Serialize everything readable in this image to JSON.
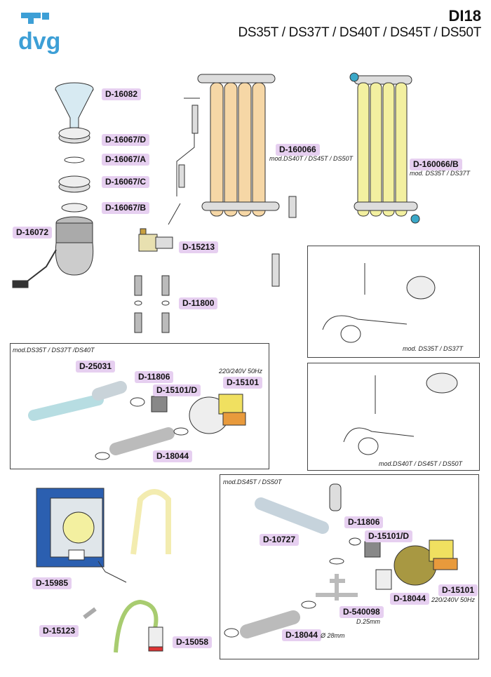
{
  "header": {
    "logo_text": "dvg",
    "model": "DI18",
    "variants": "DS35T / DS37T / DS40T / DS45T / DS50T"
  },
  "parts": {
    "p16082": "D-16082",
    "p16067D": "D-16067/D",
    "p16067A": "D-16067/A",
    "p16067C": "D-16067/C",
    "p16067B": "D-16067/B",
    "p16072": "D-16072",
    "p15213": "D-15213",
    "p11800": "D-11800",
    "p160066": "D-160066",
    "p160066_note": "mod.DS40T / DS45T / DS50T",
    "p160066B": "D-160066/B",
    "p160066B_note": "mod. DS35T / DS37T",
    "inset1_note": "mod. DS35T / DS37T",
    "inset2_note": "mod.DS40T / DS45T / DS50T",
    "box1_title": "mod.DS35T / DS37T /DS40T",
    "p25031": "D-25031",
    "p11806a": "D-11806",
    "p15101Da": "D-15101/D",
    "p15101a": "D-15101",
    "p15101a_note": "220/240V 50Hz",
    "p18044a": "D-18044",
    "box2_title": "mod.DS45T / DS50T",
    "p10727": "D-10727",
    "p11806b": "D-11806",
    "p15101Db": "D-15101/D",
    "p15101b": "D-15101",
    "p15101b_note": "220/240V 50Hz",
    "p18044b": "D-18044",
    "p540098": "D-540098",
    "p540098_note": "D.25mm",
    "p18044c": "D-18044",
    "p18044c_note": "Ø 28mm",
    "p15985": "D-15985",
    "p15123": "D-15123",
    "p15058": "D-15058"
  },
  "colors": {
    "label_bg": "#e6cff0",
    "logo": "#3d9fd6",
    "column_orange": "#f6d7a6",
    "column_yellow": "#f3f0a0",
    "pump_blue": "#2b5fb0",
    "motor_orange": "#e89a3c"
  }
}
